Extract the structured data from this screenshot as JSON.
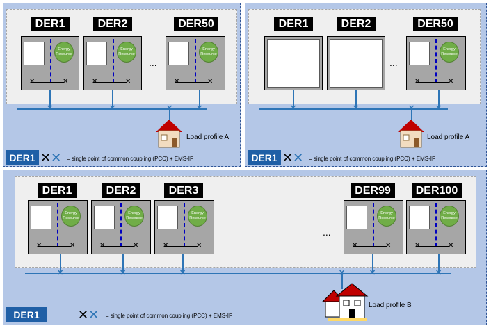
{
  "panel_a": {
    "der_labels": [
      "DER1",
      "DER2",
      "DER50"
    ],
    "resource_text": "Energy Resource",
    "ellipsis": "...",
    "load_label": "Load profile A",
    "legend_der": "DER1",
    "legend_text": "= single point of common coupling (PCC) + EMS-IF"
  },
  "panel_b": {
    "der_labels": [
      "DER1",
      "DER2",
      "DER50"
    ],
    "resource_text": "Energy Resource",
    "ellipsis": "...",
    "load_label": "Load profile A",
    "legend_der": "DER1",
    "legend_text": "= single point of common coupling (PCC) + EMS-IF"
  },
  "panel_c": {
    "der_labels": [
      "DER1",
      "DER2",
      "DER3",
      "DER99",
      "DER100"
    ],
    "resource_text": "Energy Resource",
    "ellipsis": "...",
    "load_label": "Load profile B",
    "legend_der": "DER1",
    "legend_text": "= single point of common coupling (PCC) + EMS-IF"
  },
  "colors": {
    "panel_bg": "#b4c7e7",
    "inner_bg": "#efefef",
    "der_box": "#a6a6a6",
    "resource": "#70ad47",
    "bus": "#2e75b6",
    "legend_box": "#1f5fa6",
    "house_roof": "#c00000"
  },
  "icons": [
    "solar-panel-icon",
    "house-icon",
    "pcc-cross-icon"
  ]
}
